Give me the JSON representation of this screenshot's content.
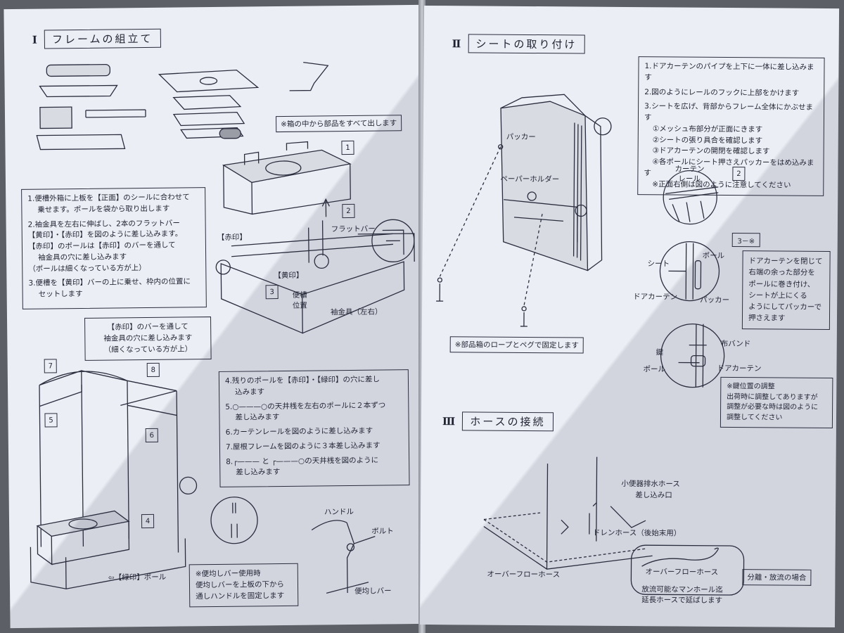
{
  "left": {
    "section1": {
      "numeral": "Ⅰ",
      "title": "フレームの組立て"
    },
    "parts_note": "※箱の中から部品をすべて出します",
    "step1_box": {
      "l1": "1.便槽外箱に上板を【正面】のシールに合わせて",
      "l2": "乗せます。ポールを袋から取り出します",
      "l3": "2.袖金具を左右に伸ばし、2本のフラットバー",
      "l4": "【黄印】・【赤印】を図のように差し込みます。",
      "l5": "【赤印】のポールは【赤印】のバーを通して",
      "l6": "袖金具の穴に差し込みます",
      "l7": "（ポールは細くなっている方が上）",
      "l8": "3.便槽を【黄印】バーの上に乗せ、枠内の位置に",
      "l9": "セットします"
    },
    "red_note": {
      "l1": "【赤印】のバーを通して",
      "l2": "袖金具の穴に差し込みます",
      "l3": "（細くなっている方が上）"
    },
    "labels": {
      "flat_bar": "フラットバー",
      "red_mark": "【赤印】",
      "yellow_mark": "【黄印】",
      "toilet_pos1": "便槽",
      "toilet_pos2": "位置",
      "sleeve": "袖金具（左右）",
      "green_pole": "⇦【緑印】ポール",
      "handle": "ハンドル",
      "bolt": "ボルト",
      "flush_bar": "便均しバー"
    },
    "nums": [
      "1",
      "2",
      "3",
      "4",
      "5",
      "6",
      "7",
      "8"
    ],
    "step4_box": {
      "l1": "4.残りのポールを【赤印】・【緑印】の穴に差し",
      "l2": "込みます",
      "l3": "5.○———○の天井桟を左右のポールに２本ずつ",
      "l4": "差し込みます",
      "l5": "6.カーテンレールを図のように差し込みます",
      "l6": "7.屋根フレームを図のように３本差し込みます",
      "l7": "8.┌——— と ┌———○の天井桟を図のように",
      "l8": "差し込みます"
    },
    "note_box": {
      "l1": "※便均しバー使用時",
      "l2": "便均しバーを上板の下から",
      "l3": "通しハンドルを固定します"
    }
  },
  "right": {
    "section2": {
      "numeral": "Ⅱ",
      "title": "シートの取り付け"
    },
    "sheet_box": {
      "l1": "1.ドアカーテンのパイプを上下に一体に差し込みます",
      "l2": "2.図のようにレールのフックに上部をかけます",
      "l3": "3.シートを広げ、背部からフレーム全体にかぶせます",
      "l4": "①メッシュ布部分が正面にきます",
      "l5": "②シートの張り具合を確認します",
      "l6": "③ドアカーテンの開閉を確認します",
      "l7": "④各ポールにシート押さえパッカーをはめ込みます",
      "l8": "※正面右側は図のように注意してください"
    },
    "labels": {
      "packer": "パッカー",
      "paper_holder": "ペーパーホルダー",
      "curtain_rail1": "カーテン",
      "curtain_rail2": "レール",
      "sheet": "シート",
      "pole": "ポール",
      "door_curtain": "ドアカーテン",
      "packer2": "パッカー",
      "key": "鍵",
      "cloth_band": "布バンド",
      "pole2": "ポール",
      "door_curtain2": "ドアカーテン",
      "rope_note": "※部品箱のロープとペグで固定します",
      "num2": "2",
      "num3": "3－※",
      "urinal_hose1": "小便器排水ホース",
      "urinal_hose2": "差し込み口",
      "drain_hose": "ドレンホース（後始末用）",
      "overflow_hose": "オーバーフローホース",
      "overflow_hose2": "オーバーフローホース",
      "separate": "分離・放流の場合"
    },
    "door_box": {
      "l1": "ドアカーテンを閉じて",
      "l2": "右端の余った部分を",
      "l3": "ポールに巻き付け、",
      "l4": "シートが上にくる",
      "l5": "ようにしてパッカーで",
      "l6": "押さえます"
    },
    "key_note": {
      "l1": "※鍵位置の調整",
      "l2": "出荷時に調整してありますが",
      "l3": "調整が必要な時は図のように",
      "l4": "調整してください"
    },
    "section3": {
      "numeral": "Ⅲ",
      "title": "ホースの接続"
    },
    "discharge_note": {
      "l1": "放流可能なマンホール迄",
      "l2": "延長ホースで延ばします"
    }
  }
}
